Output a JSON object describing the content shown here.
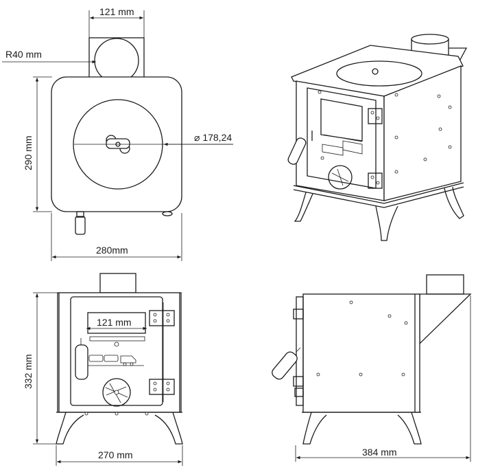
{
  "dimensions": {
    "top_flue_width": "121 mm",
    "flue_radius": "R40 mm",
    "hob_diameter": "⌀ 178,24",
    "top_height": "290 mm",
    "top_width": "280mm",
    "door_width": "121 mm",
    "front_height": "332 mm",
    "front_width": "270 mm",
    "side_depth": "384 mm"
  },
  "colors": {
    "line": "#1a1a1a",
    "background": "#ffffff"
  }
}
